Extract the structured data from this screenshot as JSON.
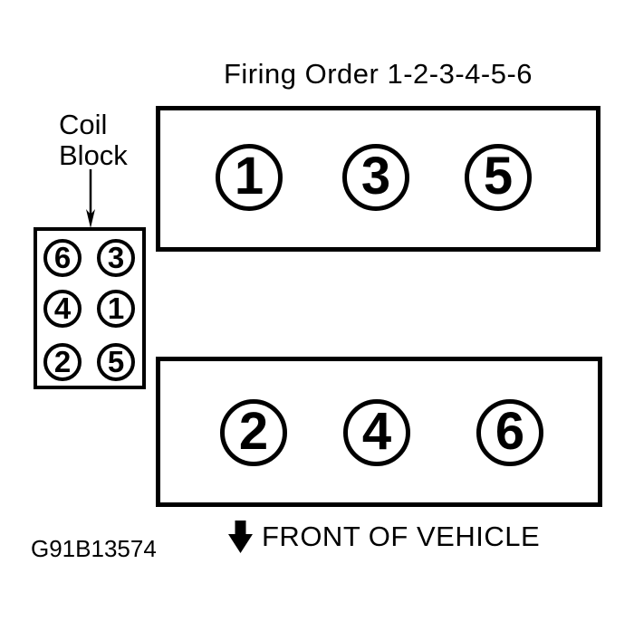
{
  "diagram": {
    "title": "Firing Order 1-2-3-4-5-6",
    "coil_block": {
      "label_line1": "Coil",
      "label_line2": "Block",
      "cells": [
        "6",
        "3",
        "4",
        "1",
        "2",
        "5"
      ]
    },
    "banks": {
      "rear": [
        "1",
        "3",
        "5"
      ],
      "front": [
        "2",
        "4",
        "6"
      ]
    },
    "front_label": "FRONT OF VEHICLE",
    "figure_id": "G91B13574",
    "colors": {
      "ink": "#000000",
      "paper": "#ffffff"
    }
  }
}
